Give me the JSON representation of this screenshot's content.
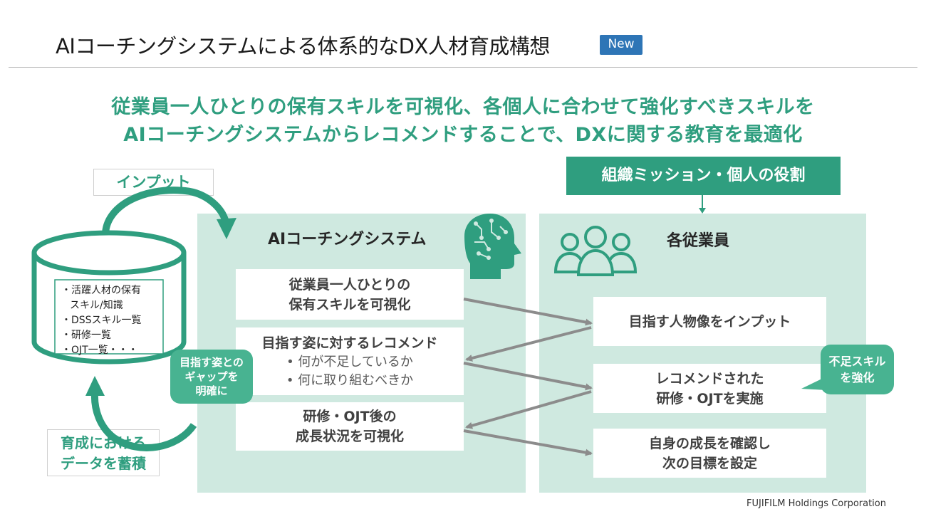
{
  "header": {
    "title": "AIコーチングシステムによる体系的なDX人材育成構想",
    "badge": "New"
  },
  "headline": {
    "line1": "従業員一人ひとりの保有スキルを可視化、各個人に合わせて強化すべきスキルを",
    "line2": "AIコーチングシステムからレコメンドすることで、DXに関する教育を最適化"
  },
  "input_label": "インプット",
  "database": {
    "items": [
      "・活躍人材の保有",
      "スキル/知識",
      "・DSSスキル一覧",
      "・研修一覧",
      "・OJT一覧・・・"
    ]
  },
  "accumulate_label": {
    "line1": "育成における",
    "line2": "データを蓄積"
  },
  "ai_panel": {
    "title": "AIコーチングシステム",
    "card1": {
      "line1": "従業員一人ひとりの",
      "line2": "保有スキルを可視化"
    },
    "card2": {
      "title": "目指す姿に対するレコメンド",
      "bullet1": "•  何が不足しているか",
      "bullet2": "•  何に取り組むべきか"
    },
    "card3": {
      "line1": "研修・OJT後の",
      "line2": "成長状況を可視化"
    }
  },
  "gap_bubble": {
    "line1": "目指す姿との",
    "line2": "ギャップを",
    "line3": "明確に"
  },
  "mission_label": "組織ミッション・個人の役割",
  "employee_panel": {
    "title": "各従業員",
    "card1": {
      "line1": "目指す人物像をインプット"
    },
    "card2": {
      "line1": "レコメンドされた",
      "line2": "研修・OJTを実施"
    },
    "card3": {
      "line1": "自身の成長を確認し",
      "line2": "次の目標を設定"
    }
  },
  "skill_bubble": {
    "line1": "不足スキル",
    "line2": "を強化"
  },
  "footer": "FUJIFILM Holdings Corporation",
  "colors": {
    "accent_green": "#2f9e7f",
    "panel_bg": "#cfe9e0",
    "badge_blue": "#2e75b6",
    "arrow_gray": "#8c8c8c"
  }
}
